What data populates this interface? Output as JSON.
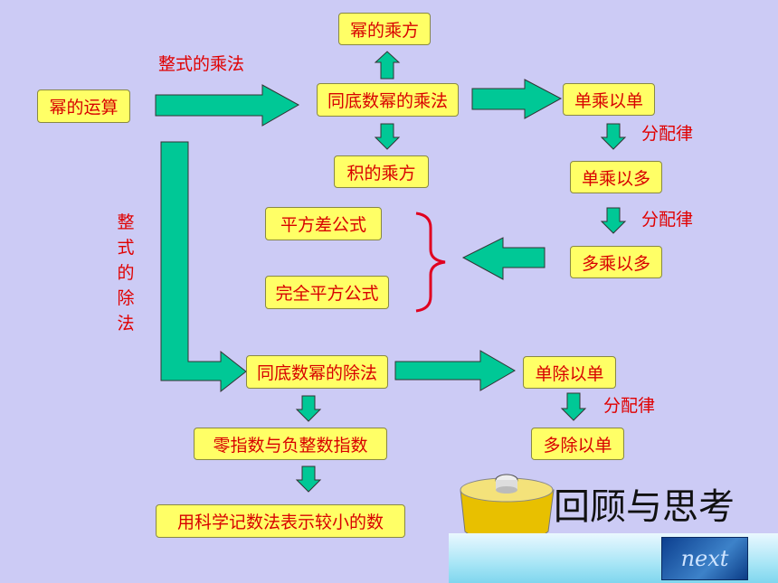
{
  "diagram": {
    "nodes": {
      "power_ops": "幂的运算",
      "power_of_power": "幂的乘方",
      "same_base_mult": "同底数幂的乘法",
      "power_of_product": "积的乘方",
      "mono_by_mono": "单乘以单",
      "mono_by_poly": "单乘以多",
      "poly_by_poly": "多乘以多",
      "diff_squares": "平方差公式",
      "perfect_square": "完全平方公式",
      "same_base_div": "同底数幂的除法",
      "mono_div_mono": "单除以单",
      "poly_div_mono": "多除以单",
      "zero_negative_exp": "零指数与负整数指数",
      "sci_notation_small": "用科学记数法表示较小的数"
    },
    "labels": {
      "poly_mult": "整式的乘法",
      "poly_div_chars": [
        "整",
        "式",
        "的",
        "除",
        "法"
      ],
      "distributive_1": "分配律",
      "distributive_2": "分配律",
      "distributive_3": "分配律"
    }
  },
  "footer": {
    "caption": "回顾与思考",
    "next_label": "next"
  },
  "colors": {
    "background": "#cccbf5",
    "box_fill": "#ffff66",
    "text_red": "#d80000",
    "arrow_fill": "#00c896",
    "brace": "#e00020"
  }
}
